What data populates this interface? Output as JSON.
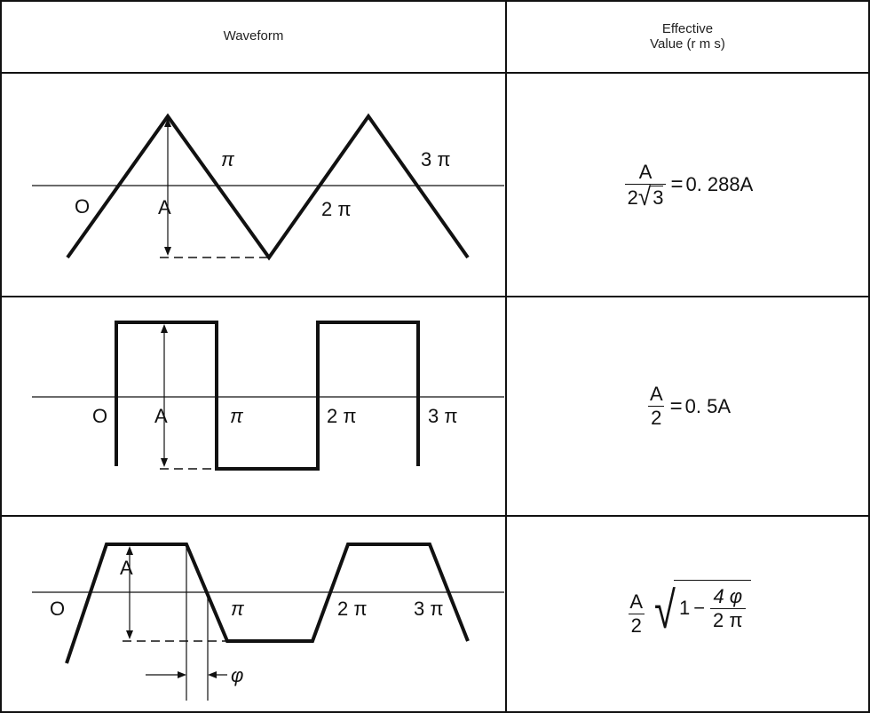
{
  "header": {
    "waveform_label": "Waveform",
    "effective_line1": "Effective",
    "effective_line2": "Value (r m s)"
  },
  "rows": [
    {
      "name": "triangle",
      "labels": {
        "zero": "O",
        "amplitude": "A",
        "pi": "π",
        "two_pi": "2 π",
        "three_pi": "3 π"
      },
      "formula": {
        "num": "A",
        "den_coef": "2",
        "den_root": "3",
        "equals": "=",
        "result": "0. 288A"
      }
    },
    {
      "name": "square",
      "labels": {
        "zero": "O",
        "amplitude": "A",
        "pi": "π",
        "two_pi": "2 π",
        "three_pi": "3 π"
      },
      "formula": {
        "num": "A",
        "den": "2",
        "equals": "=",
        "result": "0. 5A"
      }
    },
    {
      "name": "trapezoid",
      "labels": {
        "zero": "O",
        "amplitude": "A",
        "pi": "π",
        "two_pi": "2 π",
        "three_pi": "3 π",
        "phi": "φ"
      },
      "formula": {
        "num": "A",
        "den": "2",
        "one": "1",
        "minus": "−",
        "inner_num": "4 φ",
        "inner_den": "2 π"
      }
    }
  ]
}
